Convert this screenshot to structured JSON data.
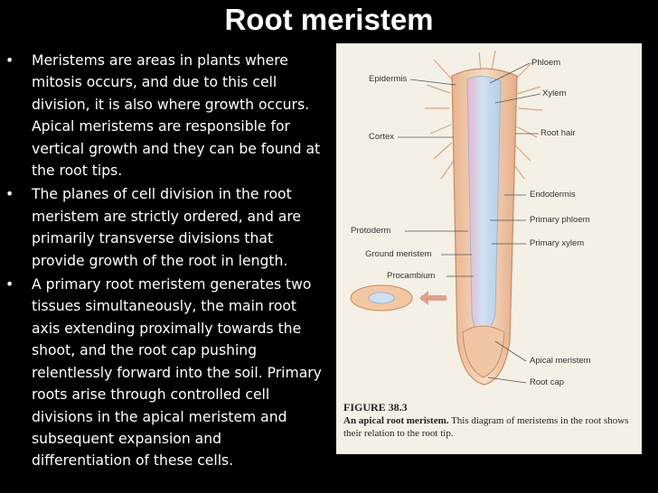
{
  "title": "Root meristem",
  "bullets": [
    "Meristems are areas in plants where mitosis occurs, and due to this cell division, it is also where growth occurs. Apical meristems are responsible for vertical growth and they can be found at the root tips.",
    "The planes of cell division in the root meristem are strictly ordered, and are primarily transverse divisions that provide growth of the root in length.",
    "A primary root meristem generates two tissues simultaneously, the main root axis extending proximally towards the shoot, and the root cap pushing relentlessly forward into the soil. Primary roots arise through controlled cell divisions in the apical meristem and subsequent expansion and differentiation of these cells."
  ],
  "bullet_symbol": "•",
  "figure": {
    "labels": {
      "epidermis": "Epidermis",
      "cortex": "Cortex",
      "phloem": "Phloem",
      "xylem": "Xylem",
      "root_hair": "Root hair",
      "endodermis": "Endodermis",
      "primary_phloem": "Primary phloem",
      "primary_xylem": "Primary xylem",
      "protoderm": "Protoderm",
      "ground_meristem": "Ground meristem",
      "procambium": "Procambium",
      "apical_meristem": "Apical meristem",
      "root_cap": "Root cap"
    },
    "caption_title": "FIGURE 38.3",
    "caption_bold": "An apical root meristem.",
    "caption_text": " This diagram of meristems in the root shows their relation to the root tip."
  }
}
